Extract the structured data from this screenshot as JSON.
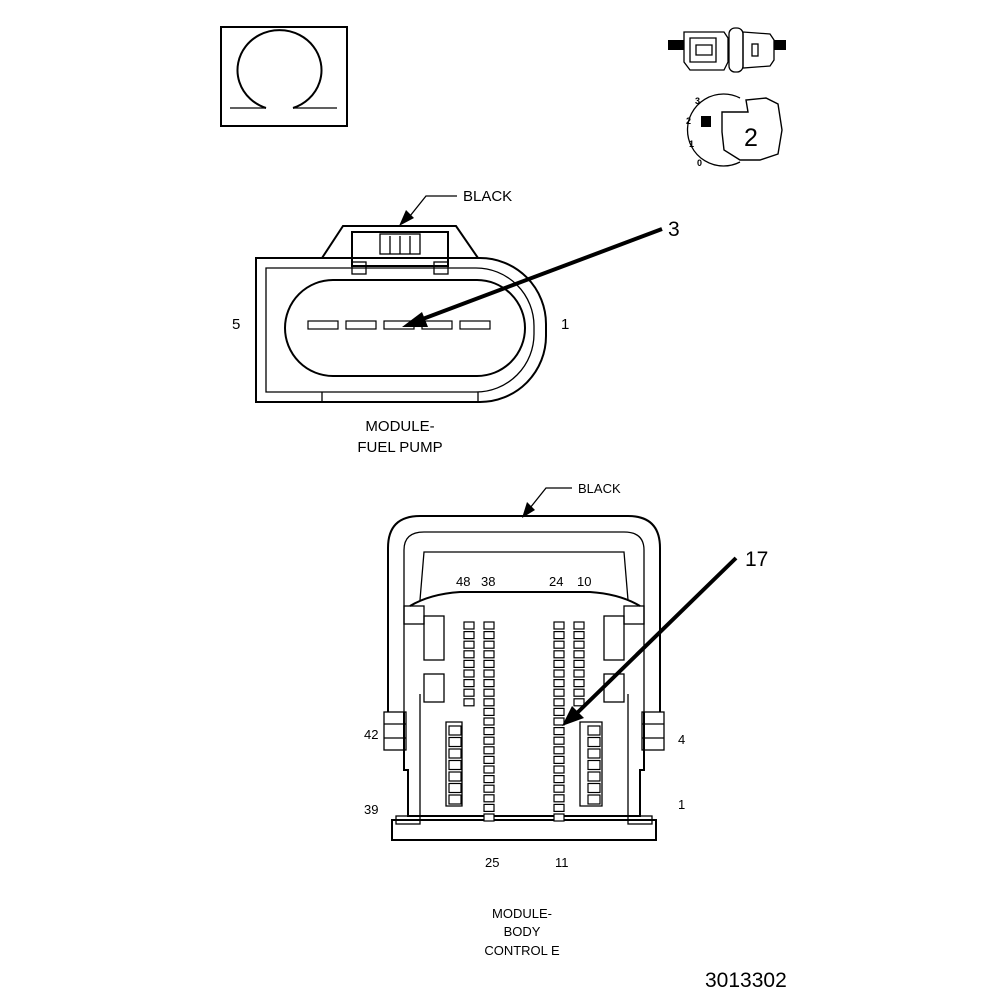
{
  "symbol_box": {
    "icon": "omega-symbol-icon"
  },
  "pictograms": {
    "connector_icon": "connector-halves-icon",
    "dial": {
      "icon": "key-switch-icon",
      "positions": [
        "3",
        "2",
        "1",
        "0"
      ],
      "value": "2"
    }
  },
  "fuel_pump_connector": {
    "color_label": "BLACK",
    "callout": "3",
    "left_pin": "5",
    "right_pin": "1",
    "caption_line1": "MODULE-",
    "caption_line2": "FUEL PUMP"
  },
  "bcm_connector": {
    "color_label": "BLACK",
    "callout": "17",
    "top_labels": [
      "48",
      "38",
      "24",
      "10"
    ],
    "left_labels": [
      "42",
      "39"
    ],
    "right_labels": [
      "4",
      "1"
    ],
    "bottom_labels": [
      "25",
      "11"
    ],
    "caption_line1": "MODULE-",
    "caption_line2": "BODY",
    "caption_line3": "CONTROL E"
  },
  "figure_number": "3013302"
}
